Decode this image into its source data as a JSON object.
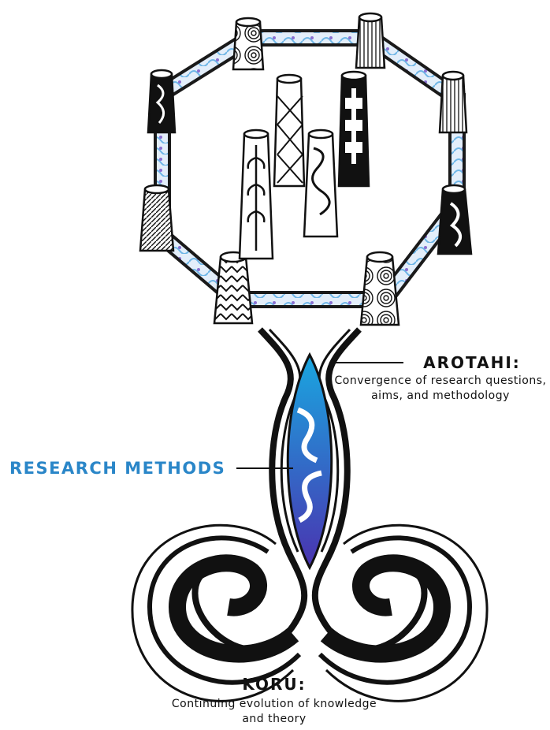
{
  "labels": {
    "arotahi": {
      "title": "AROTAHI:",
      "description": "Convergence of research questions, aims, and methodology"
    },
    "research_methods": {
      "title": "RESEARCH METHODS"
    },
    "koru": {
      "title": "KORU:",
      "description": "Continuing evolution of knowledge and theory"
    }
  },
  "colors": {
    "ink": "#111111",
    "research_methods": "#2a86c8",
    "gradient_top": "#19a7e0",
    "gradient_bottom": "#4a33b0",
    "frame_fill": "#dbe9f7",
    "frame_accent": "#8a6fd1"
  }
}
